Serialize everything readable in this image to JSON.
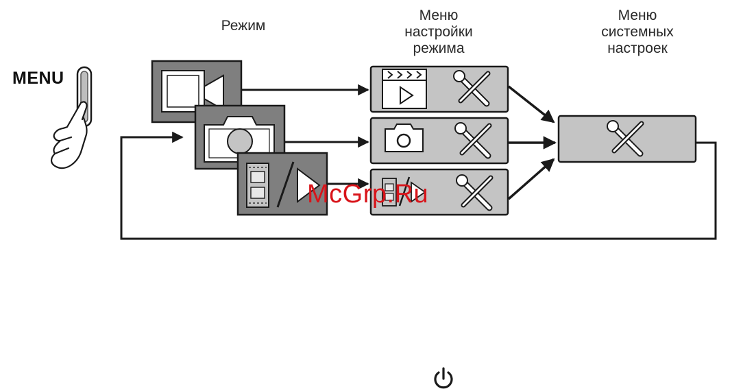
{
  "labels": {
    "mode": "Режим",
    "mode_setup_line1": "Меню",
    "mode_setup_line2": "настройки",
    "mode_setup_line3": "режима",
    "system_line1": "Меню",
    "system_line2": "системных",
    "system_line3": "настроек",
    "menu_button": "MENU"
  },
  "watermark": "McGrp.Ru",
  "icons": {
    "mode_cards": [
      "video-camera-icon",
      "photo-camera-icon",
      "playback-icon"
    ],
    "setup_cards": [
      "video-playback-icon",
      "photo-camera-icon",
      "playback-icon"
    ],
    "tools": "wrench-screwdriver-icon",
    "power": "power-icon",
    "hand": "pointing-hand-icon"
  },
  "colors": {
    "panel_dark": "#7f7f7f",
    "panel_light": "#c4c4c4",
    "inner_white": "#ffffff",
    "stroke": "#1a1a1a",
    "watermark": "#d8141a"
  }
}
